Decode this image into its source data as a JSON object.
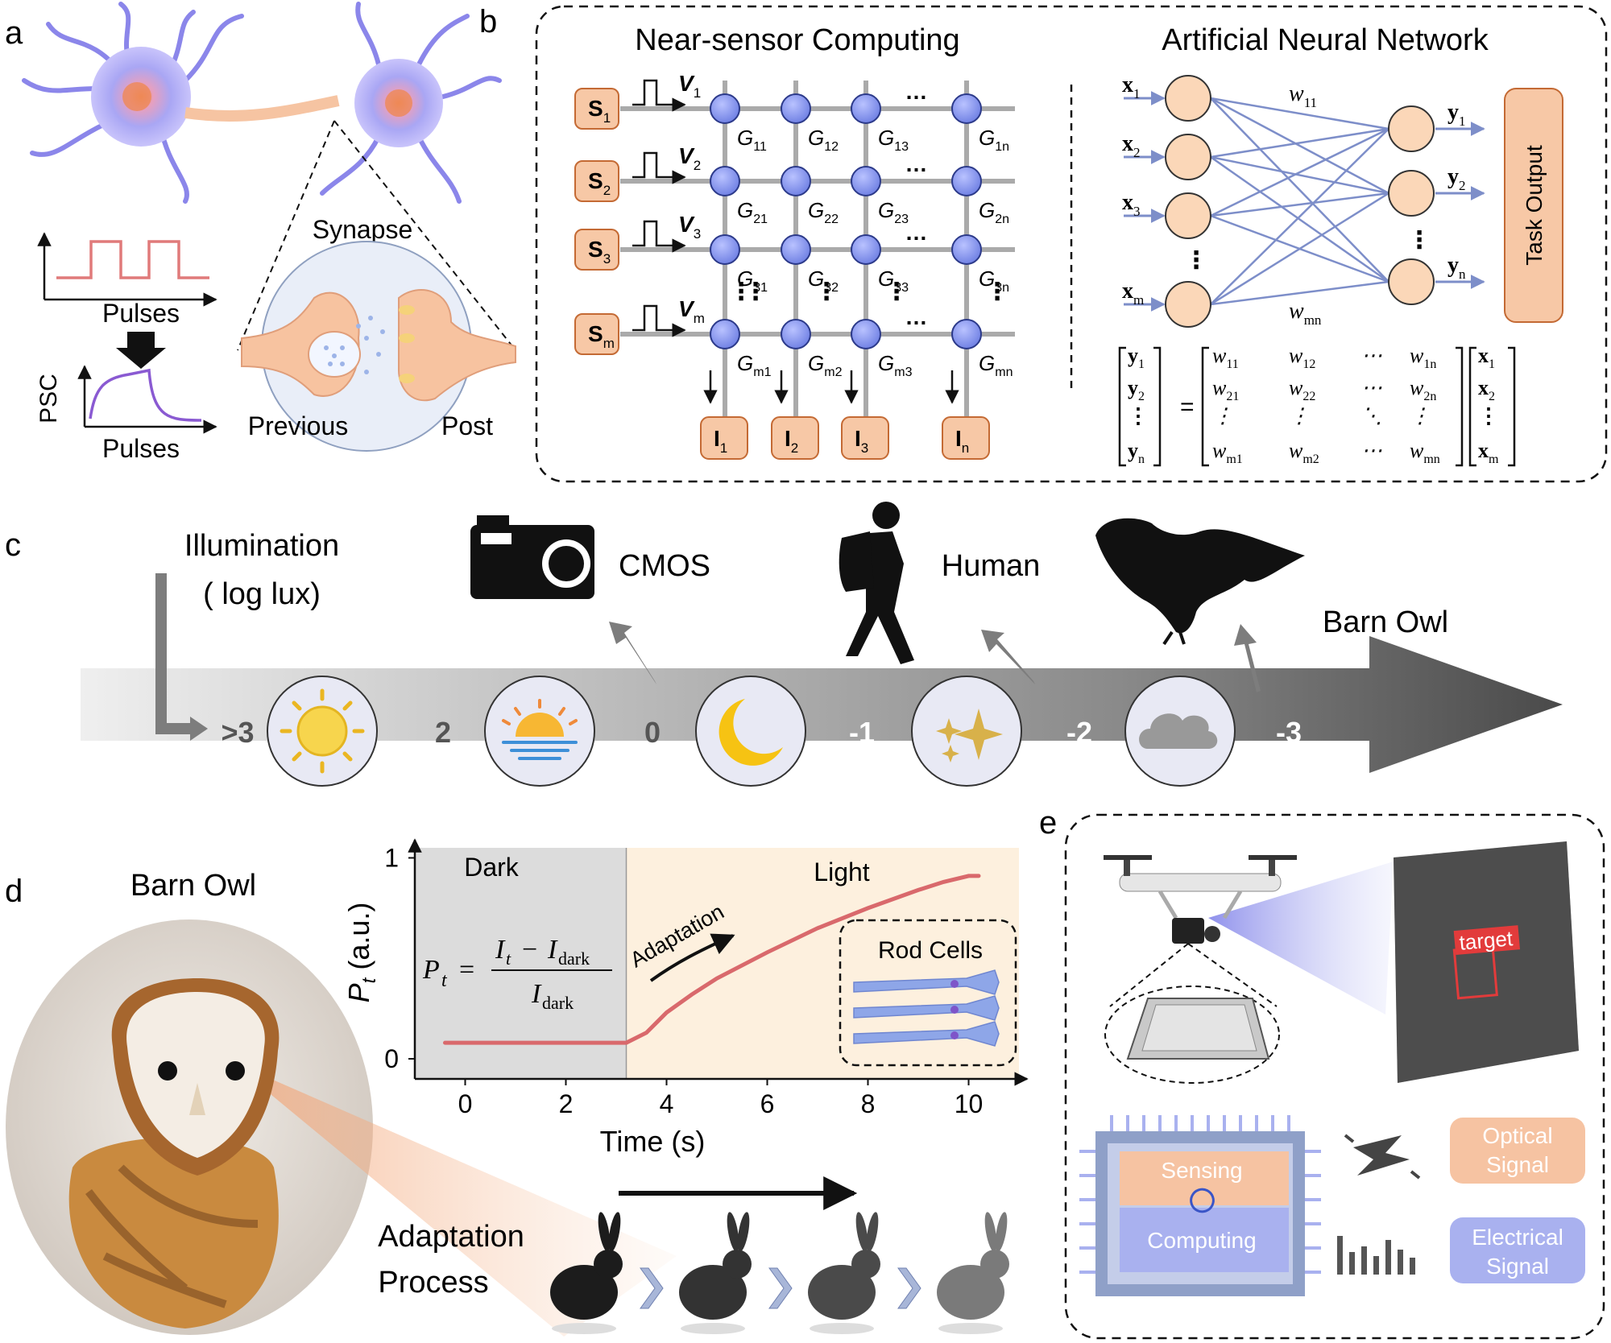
{
  "panels": {
    "a": {
      "label": "a",
      "pulses_label_1": "Pulses",
      "pulses_label_2": "Pulses",
      "psc_label": "PSC",
      "synapse_label": "Synapse",
      "previous_label": "Previous",
      "post_label": "Post"
    },
    "b": {
      "label": "b",
      "nsc_title": "Near-sensor Computing",
      "ann_title": "Artificial Neural Network",
      "sensors": [
        {
          "base": "S",
          "sub": "1"
        },
        {
          "base": "S",
          "sub": "2"
        },
        {
          "base": "S",
          "sub": "3"
        },
        {
          "base": "S",
          "sub": "m"
        }
      ],
      "voltages": [
        {
          "base": "V",
          "sub": "1"
        },
        {
          "base": "V",
          "sub": "2"
        },
        {
          "base": "V",
          "sub": "3"
        },
        {
          "base": "V",
          "sub": "m"
        }
      ],
      "conductances": [
        [
          {
            "base": "G",
            "sub": "11"
          },
          {
            "base": "G",
            "sub": "12"
          },
          {
            "base": "G",
            "sub": "13"
          },
          {
            "base": "G",
            "sub": "1n"
          }
        ],
        [
          {
            "base": "G",
            "sub": "21"
          },
          {
            "base": "G",
            "sub": "22"
          },
          {
            "base": "G",
            "sub": "23"
          },
          {
            "base": "G",
            "sub": "2n"
          }
        ],
        [
          {
            "base": "G",
            "sub": "31"
          },
          {
            "base": "G",
            "sub": "32"
          },
          {
            "base": "G",
            "sub": "33"
          },
          {
            "base": "G",
            "sub": "3n"
          }
        ],
        [
          {
            "base": "G",
            "sub": "m1"
          },
          {
            "base": "G",
            "sub": "m2"
          },
          {
            "base": "G",
            "sub": "m3"
          },
          {
            "base": "G",
            "sub": "mn"
          }
        ]
      ],
      "currents": [
        {
          "base": "I",
          "sub": "1"
        },
        {
          "base": "I",
          "sub": "2"
        },
        {
          "base": "I",
          "sub": "3"
        },
        {
          "base": "I",
          "sub": "n"
        }
      ],
      "ellipsis": "…",
      "vdots": "⋮",
      "inputs": [
        {
          "base": "x",
          "sub": "1"
        },
        {
          "base": "x",
          "sub": "2"
        },
        {
          "base": "x",
          "sub": "3"
        },
        {
          "base": "x",
          "sub": "m"
        }
      ],
      "outputs": [
        {
          "base": "y",
          "sub": "1"
        },
        {
          "base": "y",
          "sub": "2"
        },
        {
          "base": "y",
          "sub": "n"
        }
      ],
      "w_top": {
        "base": "w",
        "sub": "11"
      },
      "w_bottom": {
        "base": "w",
        "sub": "mn"
      },
      "task_output": "Task Output",
      "matrix": {
        "y": [
          {
            "base": "y",
            "sub": "1"
          },
          {
            "base": "y",
            "sub": "2"
          },
          {
            "base": "⋮",
            "sub": ""
          },
          {
            "base": "y",
            "sub": "n"
          }
        ],
        "w": [
          [
            {
              "base": "w",
              "sub": "11"
            },
            {
              "base": "w",
              "sub": "12"
            },
            {
              "base": "⋯",
              "sub": ""
            },
            {
              "base": "w",
              "sub": "1n"
            }
          ],
          [
            {
              "base": "w",
              "sub": "21"
            },
            {
              "base": "w",
              "sub": "22"
            },
            {
              "base": "⋯",
              "sub": ""
            },
            {
              "base": "w",
              "sub": "2n"
            }
          ],
          [
            {
              "base": "⋮",
              "sub": ""
            },
            {
              "base": "⋮",
              "sub": ""
            },
            {
              "base": "⋱",
              "sub": ""
            },
            {
              "base": "⋮",
              "sub": ""
            }
          ],
          [
            {
              "base": "w",
              "sub": "m1"
            },
            {
              "base": "w",
              "sub": "m2"
            },
            {
              "base": "⋯",
              "sub": ""
            },
            {
              "base": "w",
              "sub": "mn"
            }
          ]
        ],
        "x": [
          {
            "base": "x",
            "sub": "1"
          },
          {
            "base": "x",
            "sub": "2"
          },
          {
            "base": "⋮",
            "sub": ""
          },
          {
            "base": "x",
            "sub": "m"
          }
        ],
        "equals": "="
      }
    },
    "c": {
      "label": "c",
      "illumination_1": "Illumination",
      "illumination_2": "( log lux)",
      "cmos_label": "CMOS",
      "human_label": "Human",
      "owl_label": "Barn Owl",
      "scale": [
        ">3",
        "2",
        "0",
        "-1",
        "-2",
        "-3"
      ]
    },
    "d": {
      "label": "d",
      "owl_title": "Barn Owl",
      "dark_label": "Dark",
      "light_label": "Light",
      "adaptation_arrow_label": "Adaptation",
      "rod_cells_label": "Rod Cells",
      "ylabel_base": "P",
      "ylabel_sub": "t",
      "ylabel_unit": " (a.u.)",
      "xlabel": "Time (s)",
      "equation": {
        "lhs": "P",
        "lhs_sub": "t",
        "eq": "=",
        "num_a": "I",
        "num_a_sub": "t",
        "minus": "−",
        "num_b": "I",
        "num_b_sub": "dark",
        "den": "I",
        "den_sub": "dark"
      },
      "adaptation_process_1": "Adaptation",
      "adaptation_process_2": "Process"
    },
    "e": {
      "label": "e",
      "target_label": "target",
      "sensing_label": "Sensing",
      "computing_label": "Computing",
      "optical_label_1": "Optical",
      "optical_label_2": "Signal",
      "electrical_label_1": "Electrical",
      "electrical_label_2": "Signal"
    }
  },
  "chart_data": {
    "type": "line",
    "title": "",
    "xlabel": "Time (s)",
    "ylabel": "P_t (a.u.)",
    "xlim": [
      -1,
      11
    ],
    "ylim": [
      -0.1,
      1.05
    ],
    "xticks": [
      0,
      2,
      4,
      6,
      8,
      10
    ],
    "yticks": [
      0,
      1
    ],
    "regions": [
      {
        "label": "Dark",
        "x": [
          -1,
          3.2
        ]
      },
      {
        "label": "Light",
        "x": [
          3.2,
          11
        ]
      }
    ],
    "series": [
      {
        "x": [
          -0.4,
          0,
          1,
          2,
          3,
          3.2,
          3.6,
          4,
          4.5,
          5,
          6,
          7,
          8,
          9,
          9.5,
          10,
          10.2
        ],
        "y": [
          0.08,
          0.08,
          0.08,
          0.08,
          0.08,
          0.08,
          0.13,
          0.23,
          0.32,
          0.4,
          0.53,
          0.65,
          0.75,
          0.84,
          0.88,
          0.91,
          0.91
        ],
        "color": "#d9696c"
      }
    ]
  },
  "colors": {
    "orange_fill": "#f7c8a6",
    "orange_stroke": "#c46a34",
    "node_blue": "#7f8fe8",
    "grid_gray": "#aaaaaa",
    "line_red": "#d9696c",
    "dark_region": "#dcdcdc",
    "light_region": "#fdf0de",
    "sensing_fill": "#f6c3a2",
    "computing_fill": "#a9b1ef"
  }
}
